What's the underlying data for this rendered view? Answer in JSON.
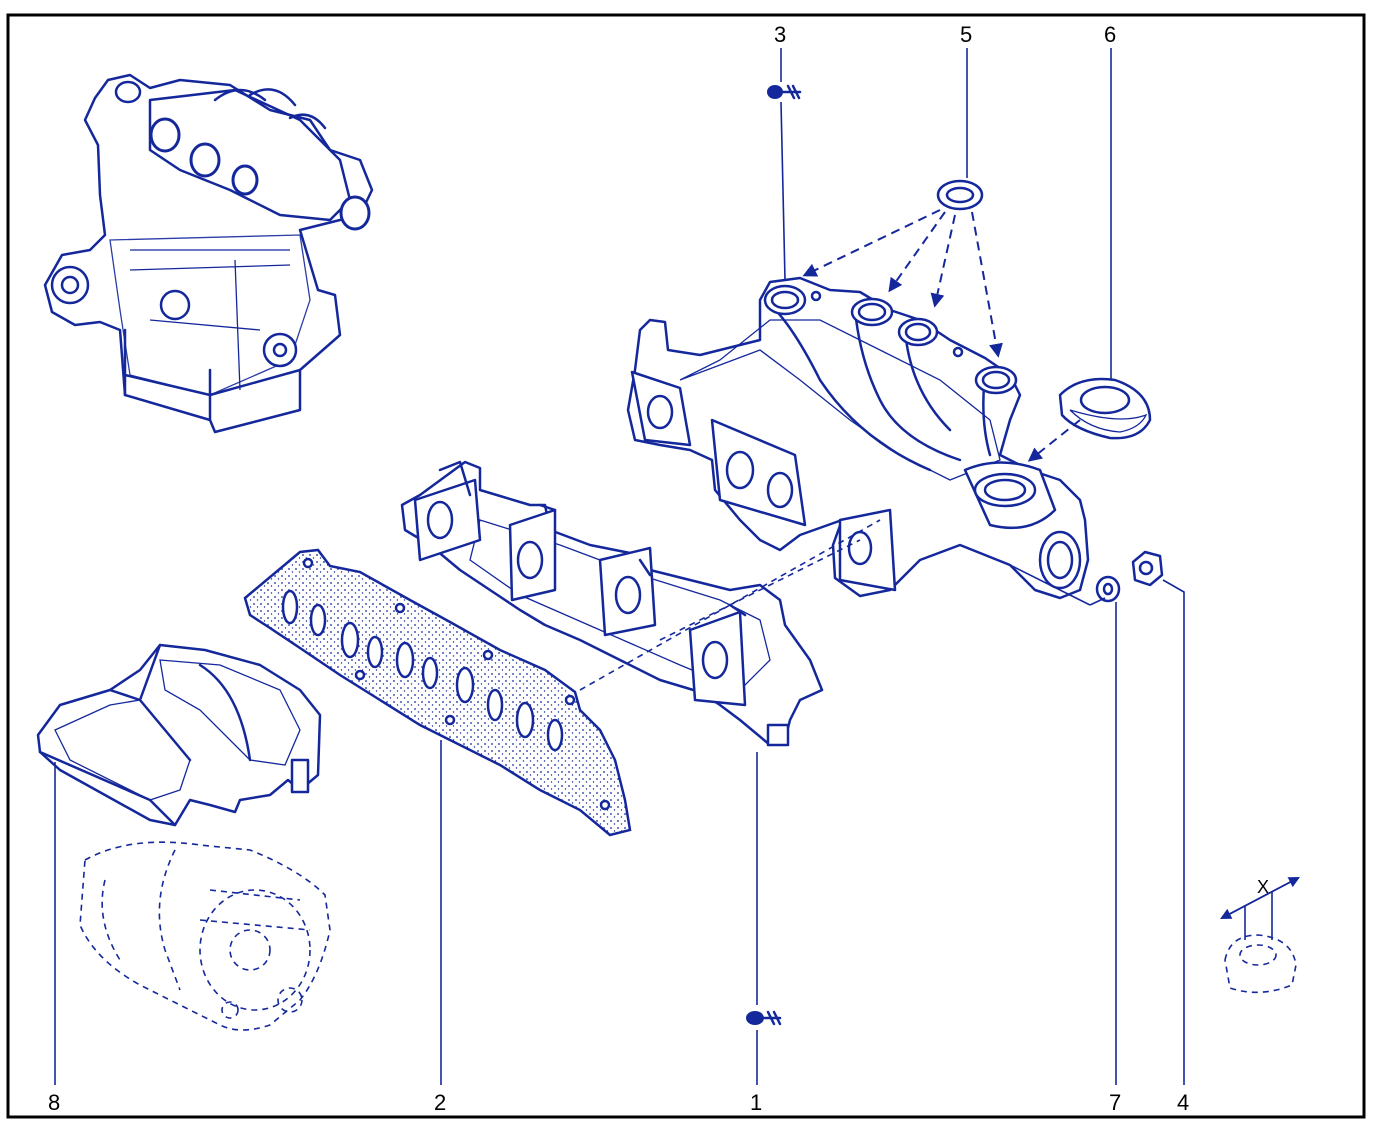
{
  "diagram": {
    "callouts": [
      {
        "id": "c1",
        "text": "1"
      },
      {
        "id": "c2",
        "text": "2"
      },
      {
        "id": "c3",
        "text": "3"
      },
      {
        "id": "c4",
        "text": "4"
      },
      {
        "id": "c5",
        "text": "5"
      },
      {
        "id": "c6",
        "text": "6"
      },
      {
        "id": "c7",
        "text": "7"
      },
      {
        "id": "c8",
        "text": "8"
      }
    ],
    "detail_label": "X"
  },
  "colors": {
    "ink": "#14289c",
    "frame": "#000000",
    "background": "#ffffff"
  }
}
